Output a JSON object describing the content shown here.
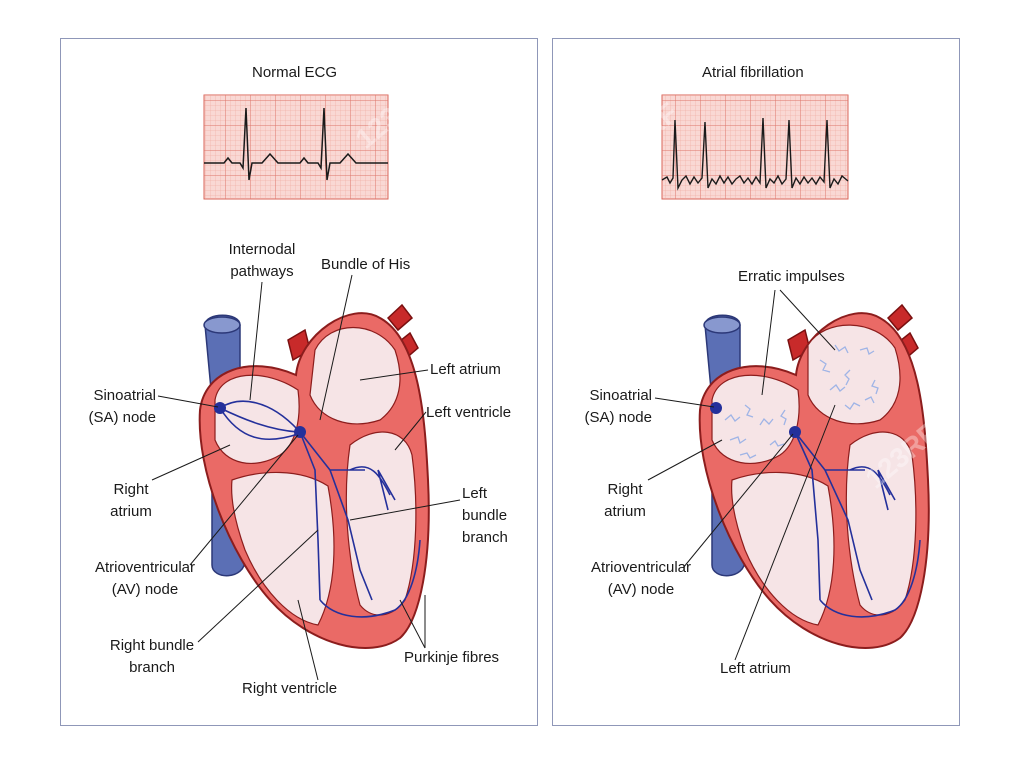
{
  "watermark": "123RF",
  "left_panel": {
    "ecg_title": "Normal ECG",
    "labels": {
      "internodal_pathways": [
        "Internodal",
        "pathways"
      ],
      "bundle_of_his": "Bundle of His",
      "left_atrium": "Left atrium",
      "left_ventricle": "Left ventricle",
      "sa_node": [
        "Sinoatrial",
        "(SA) node"
      ],
      "right_atrium": [
        "Right",
        "atrium"
      ],
      "left_bundle_branch": [
        "Left",
        "bundle",
        "branch"
      ],
      "av_node": [
        "Atrioventricular",
        "(AV) node"
      ],
      "right_bundle_branch": [
        "Right bundle",
        "branch"
      ],
      "purkinje_fibres": "Purkinje fibres",
      "right_ventricle": "Right ventricle"
    }
  },
  "right_panel": {
    "ecg_title": "Atrial fibrillation",
    "labels": {
      "erratic_impulses": "Erratic impulses",
      "sa_node": [
        "Sinoatrial",
        "(SA) node"
      ],
      "right_atrium": [
        "Right",
        "atrium"
      ],
      "av_node": [
        "Atrioventricular",
        "(AV) node"
      ],
      "left_atrium": "Left atrium"
    }
  },
  "colors": {
    "panel_bg": "#dde2f2",
    "ecg_grid_bg": "#f9d8d4",
    "ecg_grid_line": "#e58f86",
    "heart_wall": "#ea6a66",
    "heart_outline": "#8c1d1d",
    "chamber": "#f6e4e6",
    "vein": "#5b6fb5",
    "conduction": "#24309b",
    "erratic": "#9fb4e6"
  }
}
